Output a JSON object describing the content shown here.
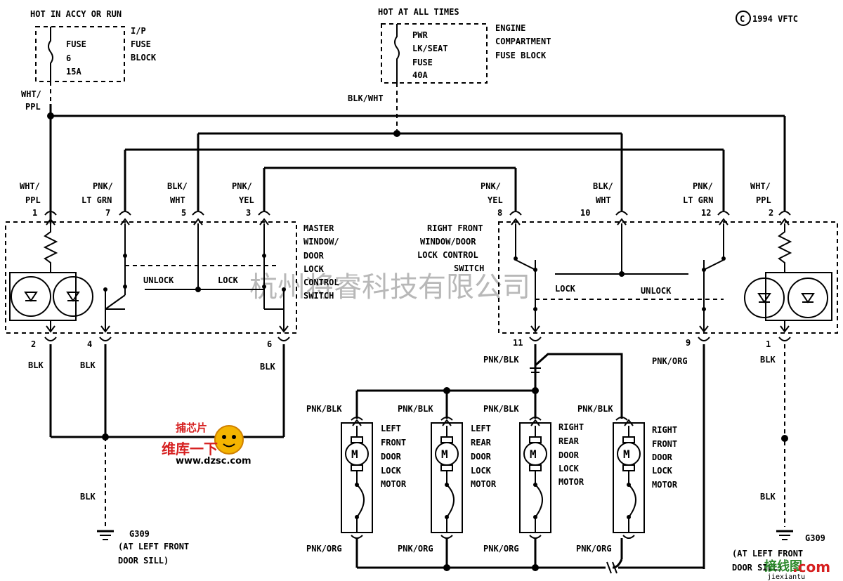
{
  "copyright": "1994 VFTC",
  "watermark": "杭州将睿科技有限公司",
  "fuse_ip": {
    "header": "HOT IN ACCY OR RUN",
    "lines": [
      "FUSE",
      "6",
      "15A"
    ],
    "block": [
      "I/P",
      "FUSE",
      "BLOCK"
    ]
  },
  "fuse_engine": {
    "header": "HOT AT ALL TIMES",
    "lines": [
      "PWR",
      "LK/SEAT",
      "FUSE",
      "40A"
    ],
    "block": [
      "ENGINE",
      "COMPARTMENT",
      "FUSE BLOCK"
    ]
  },
  "wires": {
    "wht_ppl_top": [
      "WHT/",
      "PPL"
    ],
    "blk_wht_top": "BLK/WHT",
    "left_pins": [
      {
        "pin": "1",
        "color": [
          "WHT/",
          "PPL"
        ]
      },
      {
        "pin": "7",
        "color": [
          "PNK/",
          "LT GRN"
        ]
      },
      {
        "pin": "5",
        "color": [
          "BLK/",
          "WHT"
        ]
      },
      {
        "pin": "3",
        "color": [
          "PNK/",
          "YEL"
        ]
      }
    ],
    "right_pins": [
      {
        "pin": "8",
        "color": [
          "PNK/",
          "YEL"
        ]
      },
      {
        "pin": "10",
        "color": [
          "BLK/",
          "WHT"
        ]
      },
      {
        "pin": "12",
        "color": [
          "PNK/",
          "LT GRN"
        ]
      },
      {
        "pin": "2",
        "color": [
          "WHT/",
          "PPL"
        ]
      }
    ],
    "left_bottom_pins": [
      "2",
      "4",
      "6"
    ],
    "right_bottom_pins": [
      "11",
      "9",
      "1"
    ],
    "blk": "BLK",
    "pnk_blk": "PNK/BLK",
    "pnk_org": "PNK/ORG"
  },
  "master_switch": {
    "label": [
      "MASTER",
      "WINDOW/",
      "DOOR",
      "LOCK",
      "CONTROL",
      "SWITCH"
    ],
    "unlock": "UNLOCK",
    "lock": "LOCK"
  },
  "right_switch": {
    "label": [
      "RIGHT FRONT",
      "WINDOW/DOOR",
      "LOCK CONTROL",
      "SWITCH"
    ],
    "unlock": "UNLOCK",
    "lock": "LOCK"
  },
  "motors": [
    {
      "label": [
        "LEFT",
        "FRONT",
        "DOOR",
        "LOCK",
        "MOTOR"
      ],
      "symbol": "M"
    },
    {
      "label": [
        "LEFT",
        "REAR",
        "DOOR",
        "LOCK",
        "MOTOR"
      ],
      "symbol": "M"
    },
    {
      "label": [
        "RIGHT",
        "REAR",
        "DOOR",
        "LOCK",
        "MOTOR"
      ],
      "symbol": "M"
    },
    {
      "label": [
        "RIGHT",
        "FRONT",
        "DOOR",
        "LOCK",
        "MOTOR"
      ],
      "symbol": "M"
    }
  ],
  "ground_left": {
    "id": "G309",
    "loc": [
      "(AT LEFT FRONT",
      "DOOR SILL)"
    ]
  },
  "ground_right": {
    "id": "G309",
    "loc": [
      "(AT LEFT FRONT",
      "DOOR SILL)"
    ]
  },
  "logo": {
    "top": "捕芯片",
    "main": "维库一下",
    "url": "www.dzsc.com"
  },
  "corner_logo": {
    "text": "jiexiantu",
    "com": ".com"
  }
}
